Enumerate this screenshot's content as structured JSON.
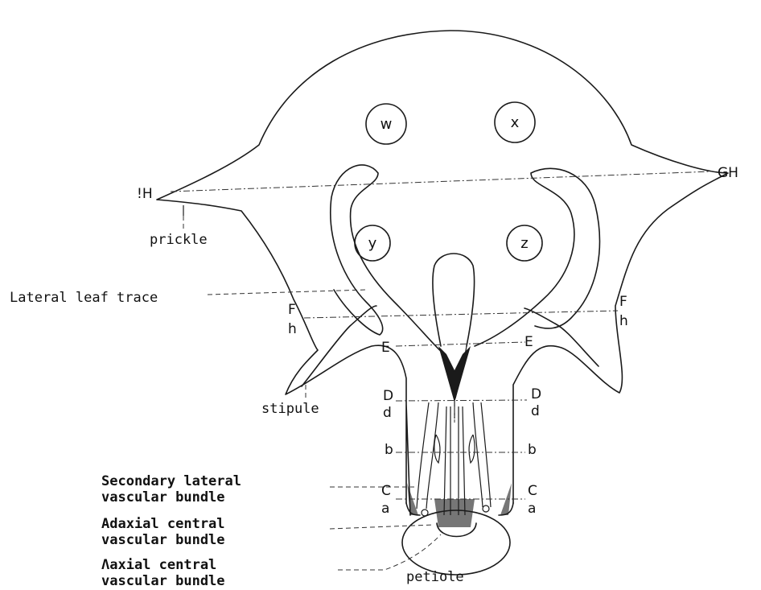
{
  "labels": {
    "prickle": "prickle",
    "lateral_leaf_trace": "Lateral leaf trace",
    "stipule": "stipule",
    "secondary_lateral_1": "Secondary lateral",
    "secondary_lateral_2": "vascular bundle",
    "adaxial_central_1": "Adaxial central",
    "adaxial_central_2": "vascular bundle",
    "abaxial_central_1": "Λaxial central",
    "abaxial_central_2": "vascular bundle",
    "petiole": "petiole"
  },
  "circles": {
    "w": "w",
    "x": "x",
    "y": "y",
    "z": "z"
  },
  "section_markers": {
    "left_GH": "!H",
    "right_GH": "GH",
    "F_left": "F",
    "h_left": "h",
    "F_right": "F",
    "h_right": "h",
    "E_left": "E",
    "E_right": "E",
    "D_left": "D",
    "d_left": "d",
    "D_right": "D",
    "d_right": "d",
    "b_left": "b",
    "b_right": "b",
    "C_left": "C",
    "a_left": "a",
    "C_right": "C",
    "a_right": "a"
  }
}
